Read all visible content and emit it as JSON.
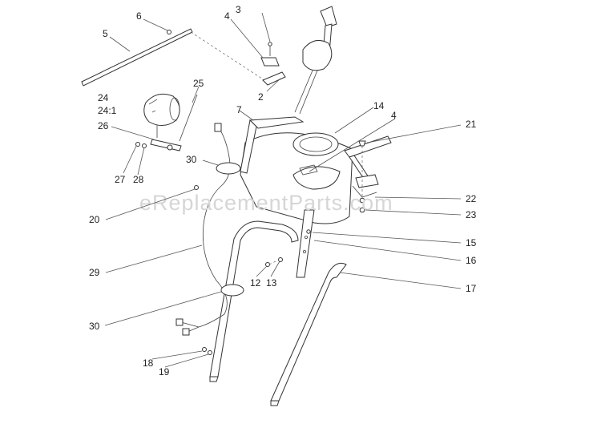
{
  "watermark": "eReplacementParts.com",
  "callouts": {
    "c2": "2",
    "c3": "3",
    "c4a": "4",
    "c4b": "4",
    "c5": "5",
    "c6": "6",
    "c7": "7",
    "c12": "12",
    "c13": "13",
    "c14": "14",
    "c15": "15",
    "c16": "16",
    "c17": "17",
    "c18": "18",
    "c19": "19",
    "c20": "20",
    "c21": "21",
    "c22": "22",
    "c23": "23",
    "c24": "24",
    "c24_1": "24:1",
    "c25": "25",
    "c26": "26",
    "c27": "27",
    "c28": "28",
    "c29": "29",
    "c30a": "30",
    "c30b": "30"
  },
  "colors": {
    "line": "#333333",
    "text": "#222222",
    "watermark": "#d6d6d6"
  }
}
